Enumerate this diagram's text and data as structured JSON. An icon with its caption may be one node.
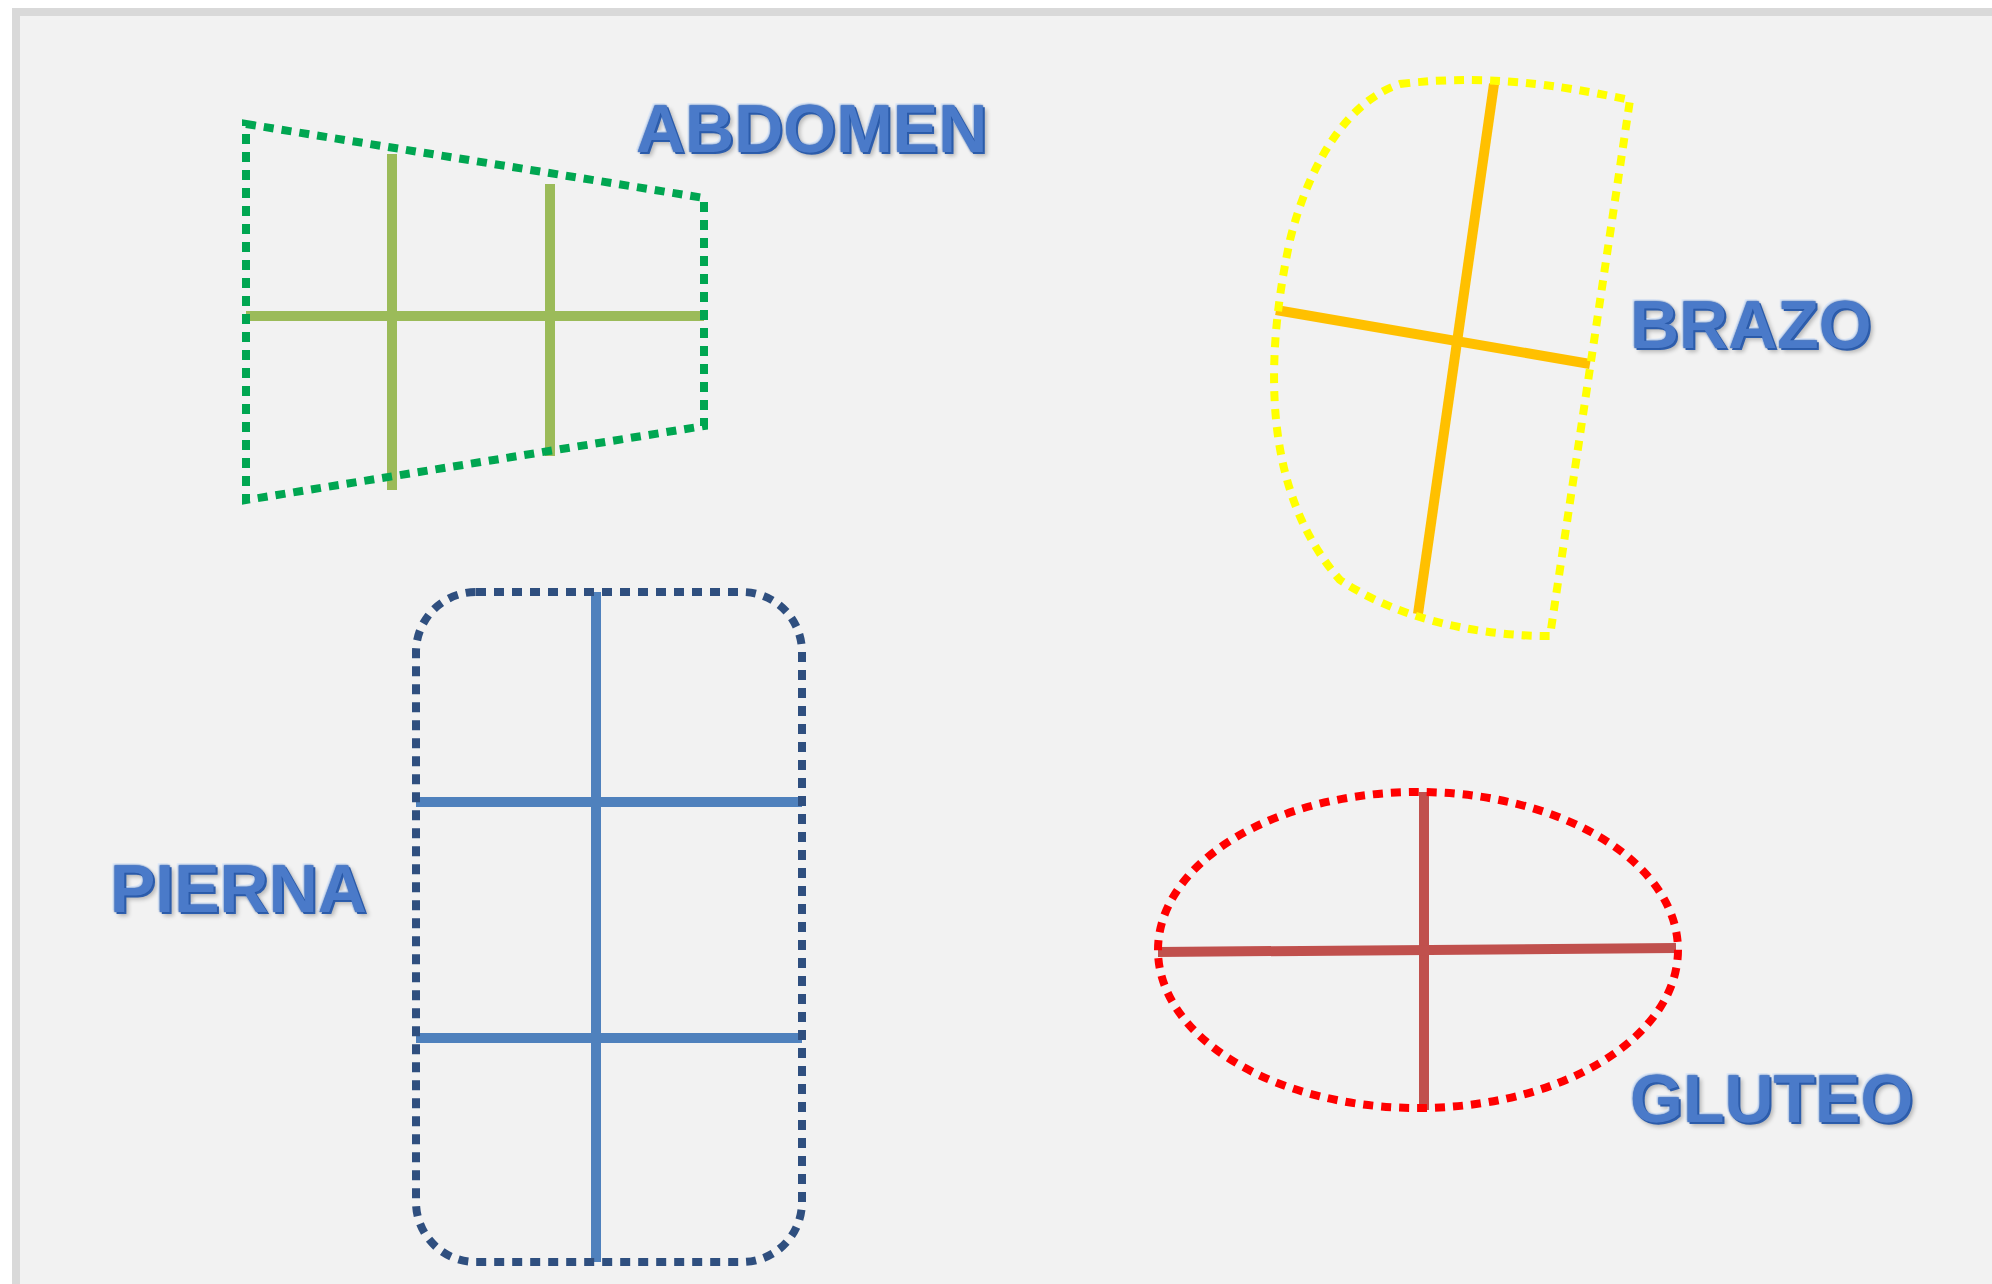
{
  "diagram": {
    "nodes": [
      {
        "text": [
          "ABDOMEN"
        ]
      },
      {
        "text": [
          "BRAZO"
        ]
      },
      {
        "text": [
          "PIERNA"
        ]
      },
      {
        "text": [
          "GLUTEO"
        ]
      }
    ]
  }
}
